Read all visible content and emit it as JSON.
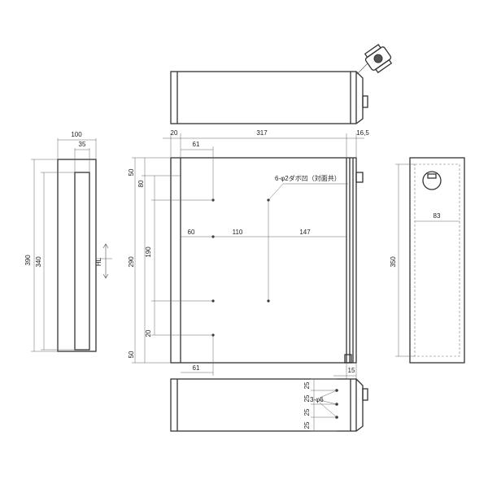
{
  "drawing": {
    "dims": {
      "width_100": "100",
      "width_35": "35",
      "height_390": "390",
      "height_340": "340",
      "hl": "HL",
      "top_20": "20",
      "top_317": "317",
      "top_16_5": "16,5",
      "top_61": "61",
      "bottom_61": "61",
      "v50_top": "50",
      "v80": "80",
      "v290": "290",
      "v190": "190",
      "v20": "20",
      "v50_bottom": "50",
      "h60": "60",
      "h110": "110",
      "h147": "147",
      "right_15": "15",
      "side_350": "350",
      "side_83": "83",
      "b25_1": "25",
      "b25_2": "25",
      "b25_3": "25",
      "b25_4": "25"
    },
    "notes": {
      "dowel_holes": "6-φ2ダボ凹（対面共）",
      "holes": "3-φ6"
    }
  }
}
